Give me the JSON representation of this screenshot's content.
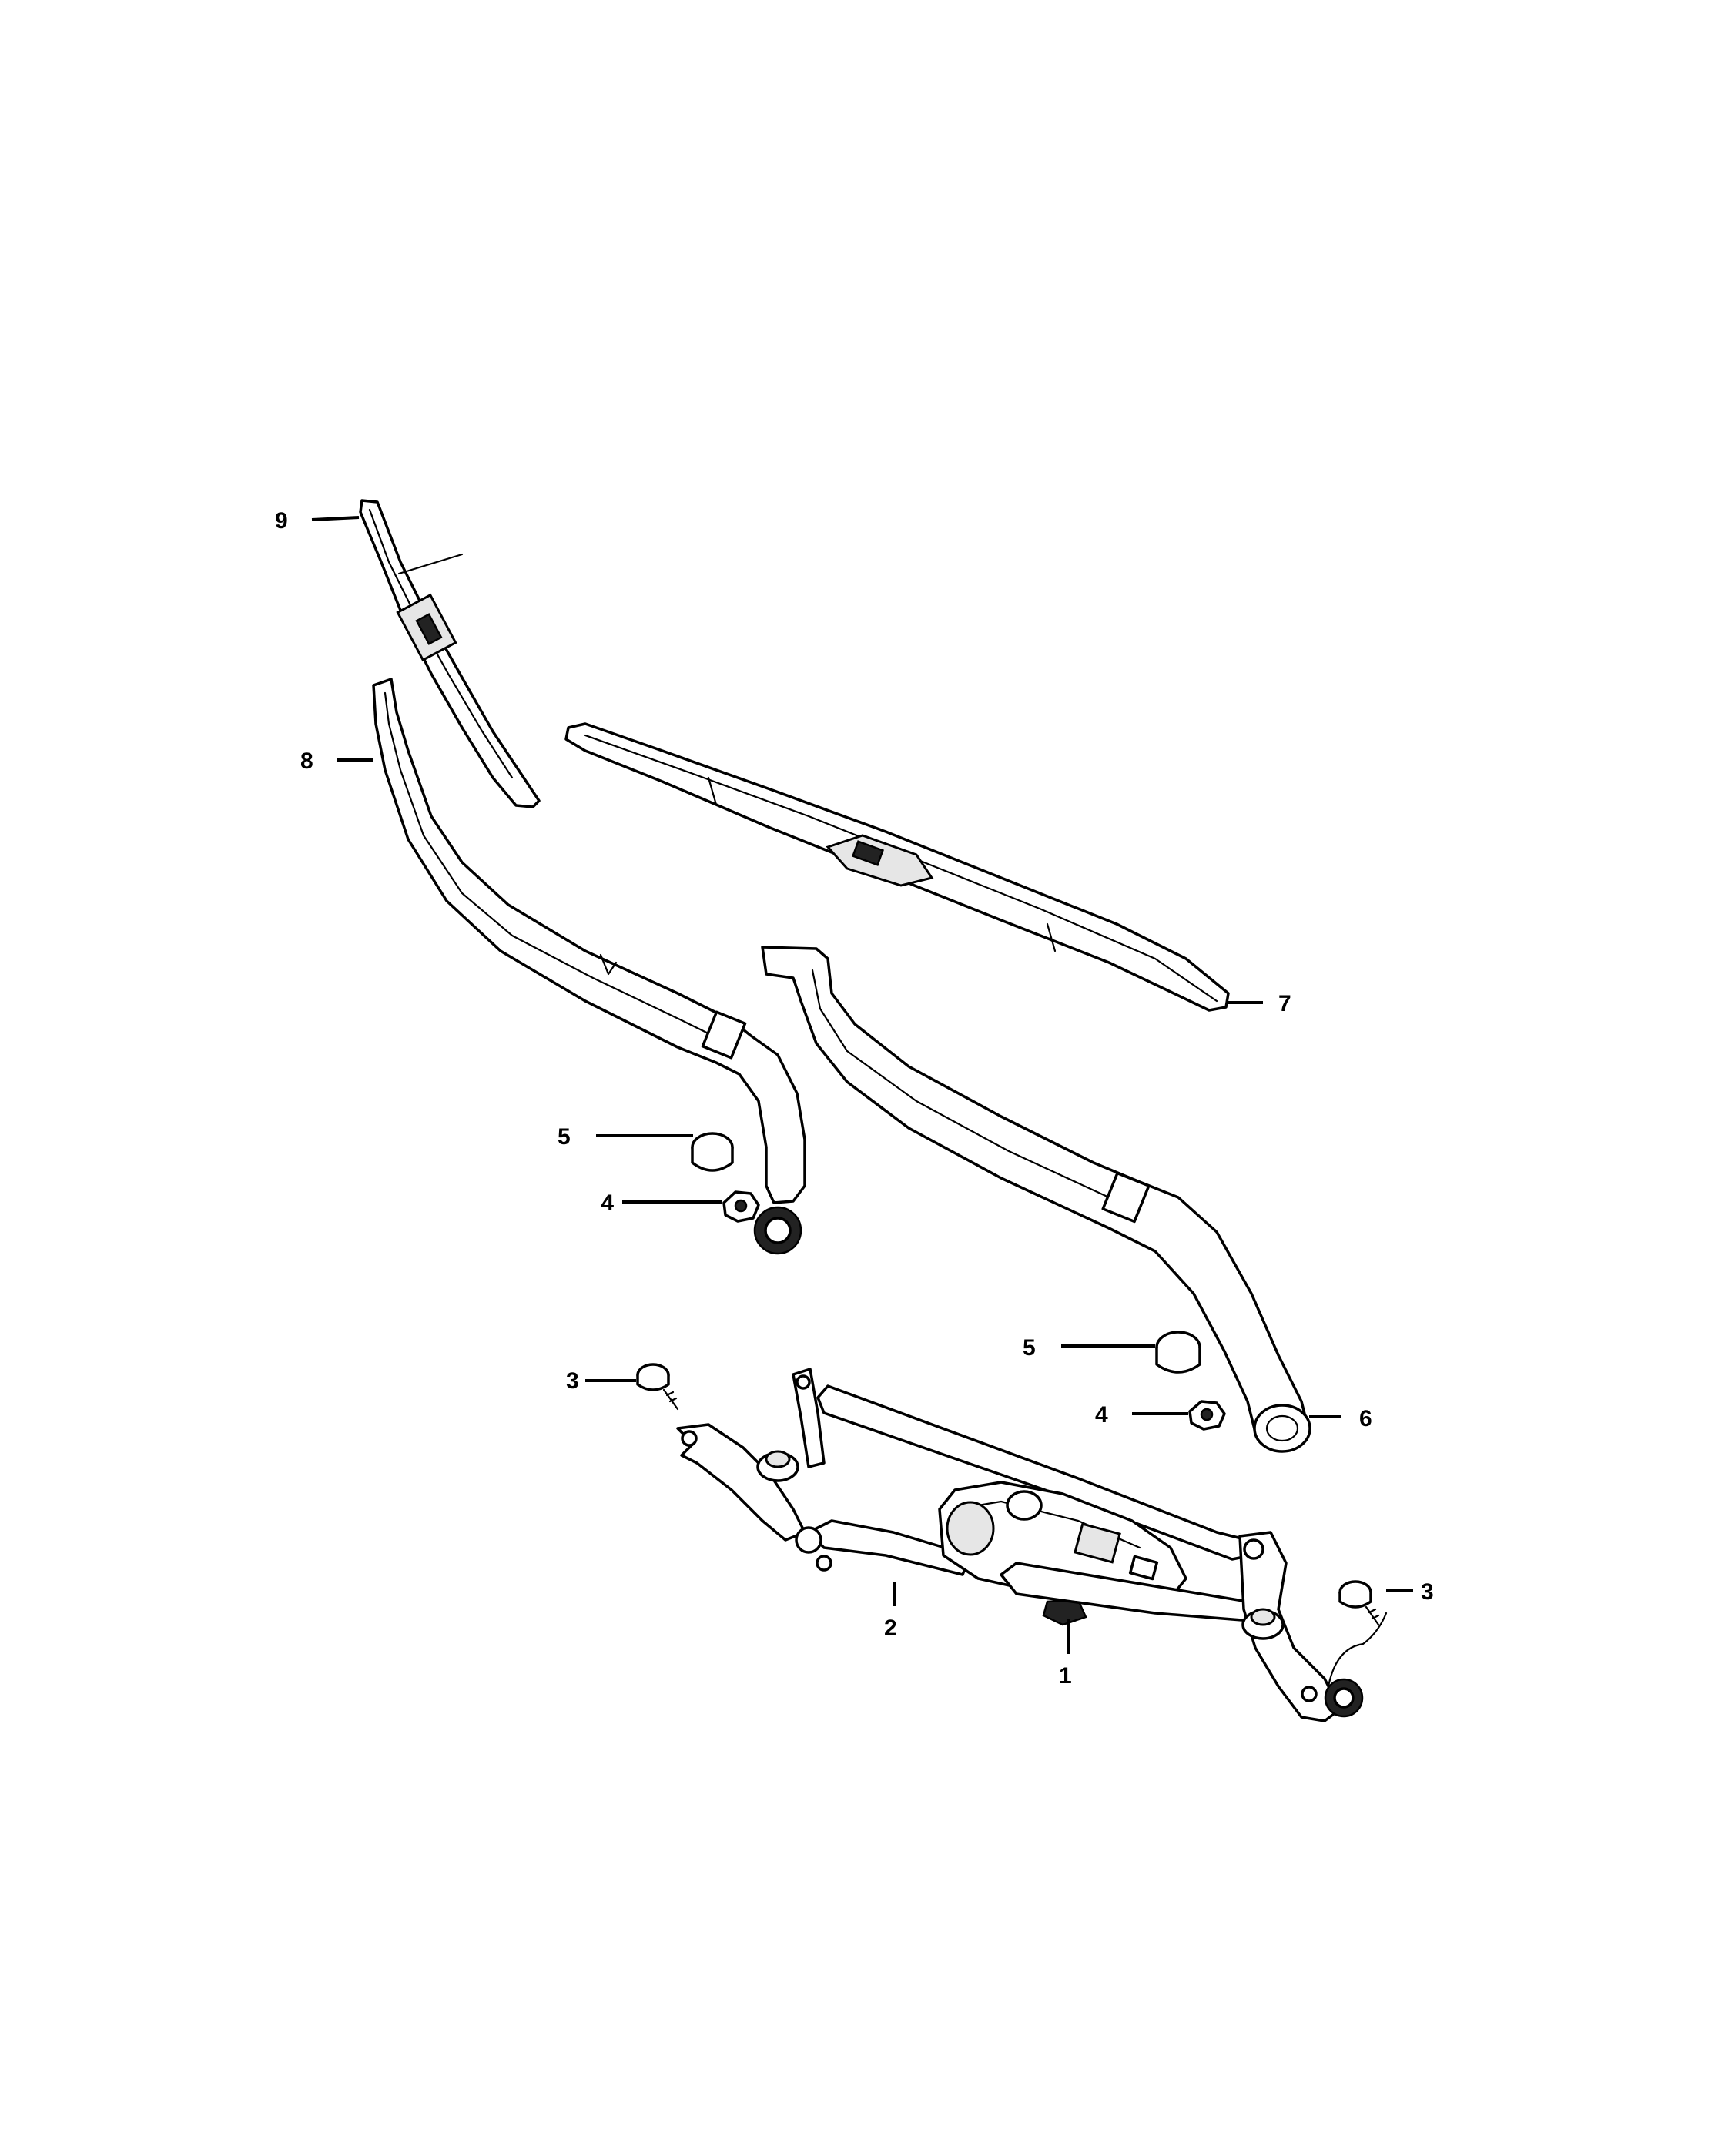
{
  "callouts": [
    {
      "id": "c9a",
      "label": "9"
    },
    {
      "id": "c8a",
      "label": "8"
    },
    {
      "id": "c7a",
      "label": "7"
    },
    {
      "id": "c5a",
      "label": "5"
    },
    {
      "id": "c4a",
      "label": "4"
    },
    {
      "id": "c5b",
      "label": "5"
    },
    {
      "id": "c4b",
      "label": "4"
    },
    {
      "id": "c6a",
      "label": "6"
    },
    {
      "id": "c3a",
      "label": "3"
    },
    {
      "id": "c3b",
      "label": "3"
    },
    {
      "id": "c2a",
      "label": "2"
    },
    {
      "id": "c1a",
      "label": "1"
    }
  ]
}
